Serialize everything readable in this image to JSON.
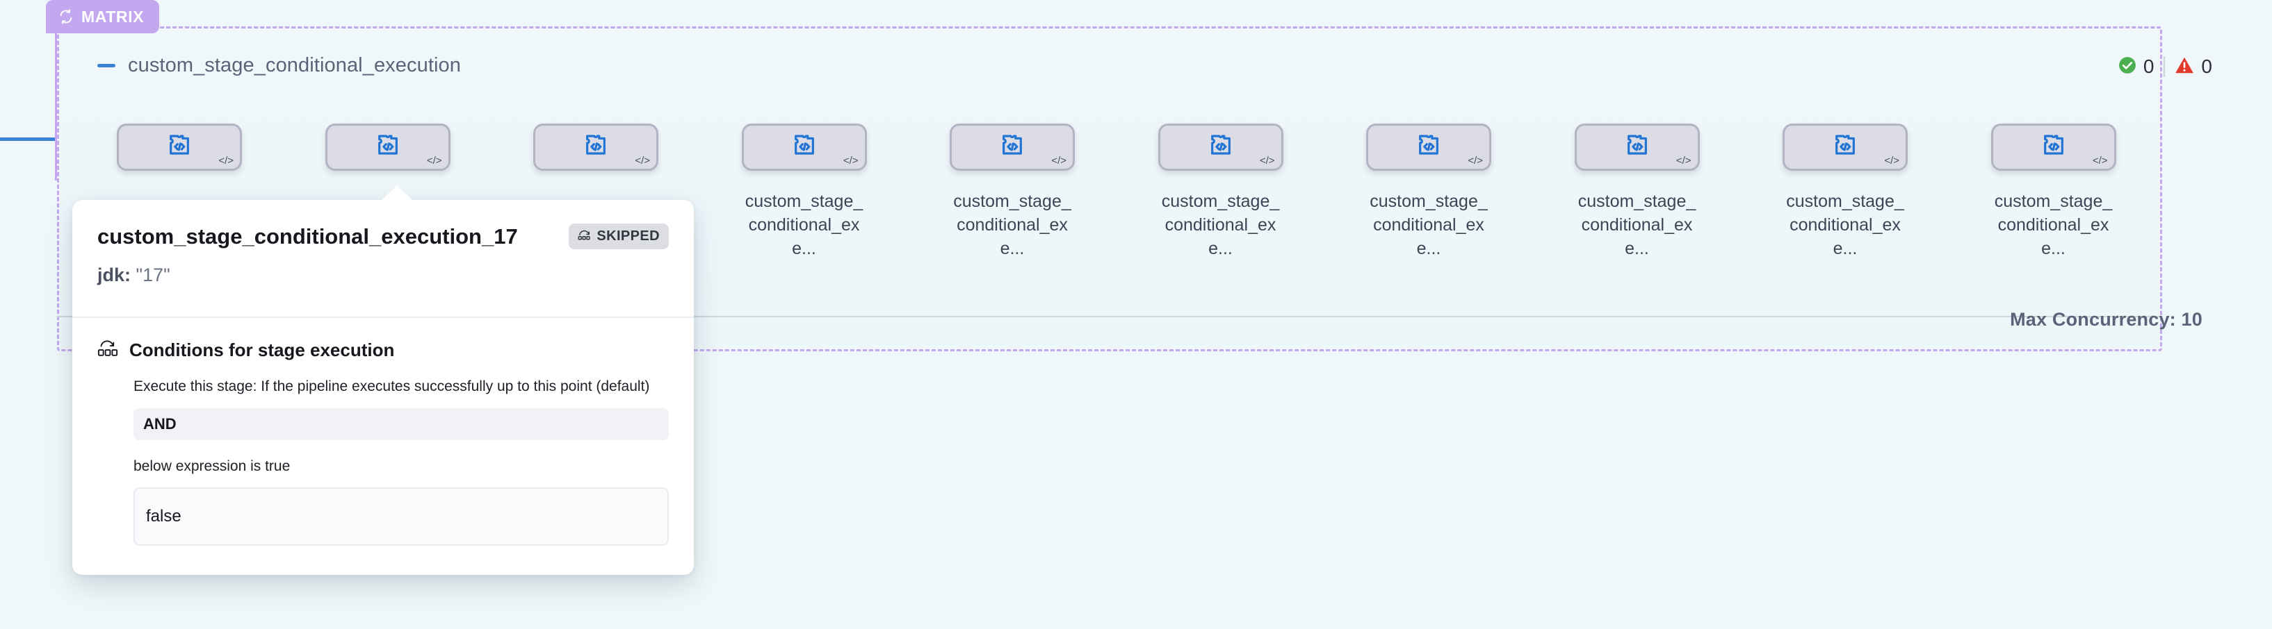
{
  "group": {
    "badge_label": "MATRIX",
    "badge_icon": "loop-refresh-icon",
    "title": "custom_stage_conditional_execution",
    "collapse_icon": "minus-collapse-icon",
    "max_concurrency_label": "Max Concurrency: 10",
    "accent_color": "#c3a8f0"
  },
  "status": {
    "success_icon": "check-circle-icon",
    "success_count": "0",
    "warning_icon": "warning-triangle-icon",
    "warning_count": "0",
    "success_color": "#4caf50",
    "warning_color": "#e23b2e"
  },
  "nodes": [
    {
      "label": "",
      "icon": "puzzle-code-icon",
      "corner_icon": "code-tag-icon"
    },
    {
      "label": "",
      "icon": "puzzle-code-icon",
      "corner_icon": "code-tag-icon"
    },
    {
      "label": "",
      "icon": "puzzle-code-icon",
      "corner_icon": "code-tag-icon"
    },
    {
      "label": "custom_stage_conditional_exe...",
      "icon": "puzzle-code-icon",
      "corner_icon": "code-tag-icon"
    },
    {
      "label": "custom_stage_conditional_exe...",
      "icon": "puzzle-code-icon",
      "corner_icon": "code-tag-icon"
    },
    {
      "label": "custom_stage_conditional_exe...",
      "icon": "puzzle-code-icon",
      "corner_icon": "code-tag-icon"
    },
    {
      "label": "custom_stage_conditional_exe...",
      "icon": "puzzle-code-icon",
      "corner_icon": "code-tag-icon"
    },
    {
      "label": "custom_stage_conditional_exe...",
      "icon": "puzzle-code-icon",
      "corner_icon": "code-tag-icon"
    },
    {
      "label": "custom_stage_conditional_exe...",
      "icon": "puzzle-code-icon",
      "corner_icon": "code-tag-icon"
    },
    {
      "label": "custom_stage_conditional_exe...",
      "icon": "puzzle-code-icon",
      "corner_icon": "code-tag-icon"
    }
  ],
  "tooltip": {
    "title": "custom_stage_conditional_execution_17",
    "status_badge": "SKIPPED",
    "status_icon": "skip-arrow-icon",
    "meta_key": "jdk:",
    "meta_value": "\"17\"",
    "section_icon": "conditions-flow-icon",
    "section_title": "Conditions for stage execution",
    "execute_line": "Execute this stage: If the pipeline executes successfully up to this point (default)",
    "operator": "AND",
    "expression_label": "below expression is true",
    "expression_value": "false"
  }
}
